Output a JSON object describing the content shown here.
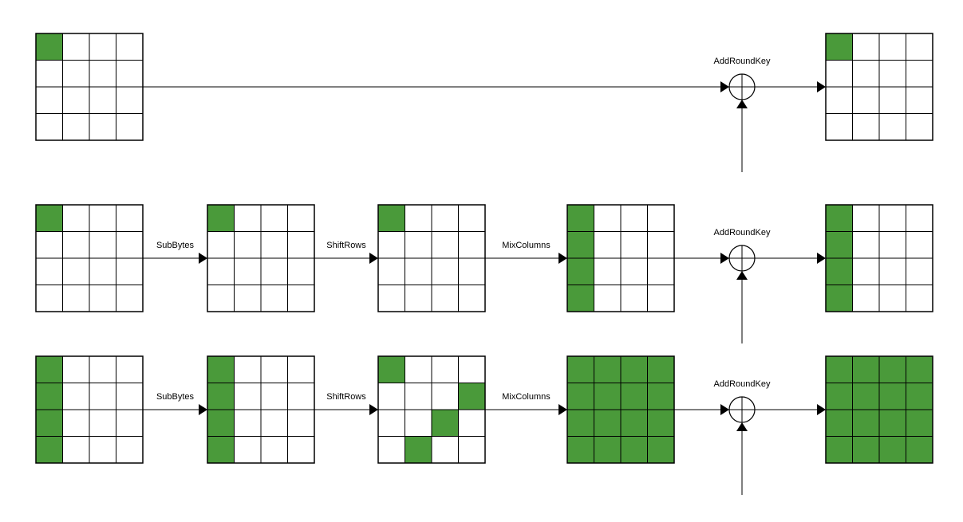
{
  "colors": {
    "filled": "#4a9a3a",
    "empty": "#ffffff",
    "line": "#000000"
  },
  "labels": {
    "subbytes": "SubBytes",
    "shiftrows": "ShiftRows",
    "mixcolumns": "MixColumns",
    "addroundkey": "AddRoundKey"
  },
  "rows": [
    {
      "input": [
        "1000",
        "0000",
        "0000",
        "0000"
      ],
      "after_subbytes": null,
      "after_shiftrows": null,
      "after_mixcolumns": null,
      "output": [
        "1000",
        "0000",
        "0000",
        "0000"
      ]
    },
    {
      "input": [
        "1000",
        "0000",
        "0000",
        "0000"
      ],
      "after_subbytes": [
        "1000",
        "0000",
        "0000",
        "0000"
      ],
      "after_shiftrows": [
        "1000",
        "0000",
        "0000",
        "0000"
      ],
      "after_mixcolumns": [
        "1000",
        "1000",
        "1000",
        "1000"
      ],
      "output": [
        "1000",
        "1000",
        "1000",
        "1000"
      ]
    },
    {
      "input": [
        "1000",
        "1000",
        "1000",
        "1000"
      ],
      "after_subbytes": [
        "1000",
        "1000",
        "1000",
        "1000"
      ],
      "after_shiftrows": [
        "1000",
        "0001",
        "0010",
        "0100"
      ],
      "after_mixcolumns": [
        "1111",
        "1111",
        "1111",
        "1111"
      ],
      "output": [
        "1111",
        "1111",
        "1111",
        "1111"
      ]
    }
  ]
}
